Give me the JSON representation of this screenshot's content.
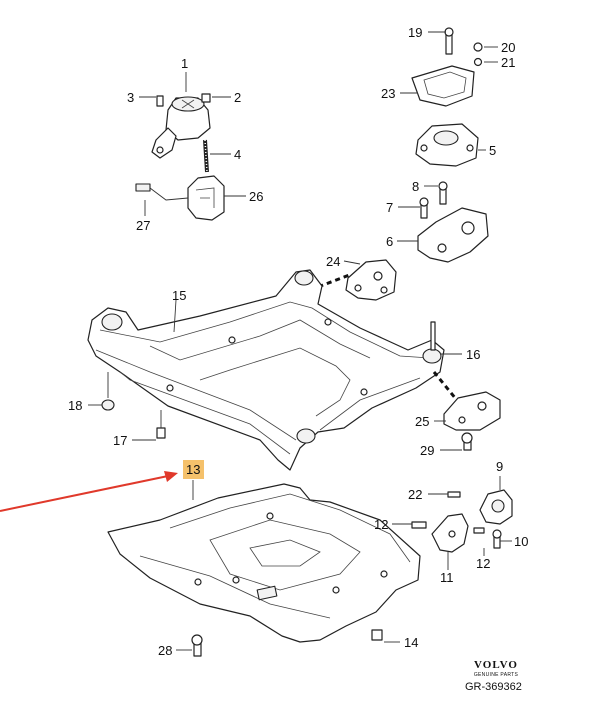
{
  "diagram": {
    "callouts": [
      "1",
      "2",
      "3",
      "4",
      "5",
      "6",
      "7",
      "8",
      "9",
      "10",
      "11",
      "12",
      "12",
      "13",
      "14",
      "15",
      "16",
      "17",
      "18",
      "19",
      "20",
      "21",
      "22",
      "23",
      "24",
      "25",
      "26",
      "27",
      "28",
      "29"
    ],
    "highlighted_callout": "13",
    "brand": "VOLVO",
    "brand_subtitle": "GENUINE PARTS",
    "reference": "GR-369362",
    "colors": {
      "highlight": "#f5c16b",
      "arrow": "#e0392b",
      "line": "#222222"
    }
  }
}
